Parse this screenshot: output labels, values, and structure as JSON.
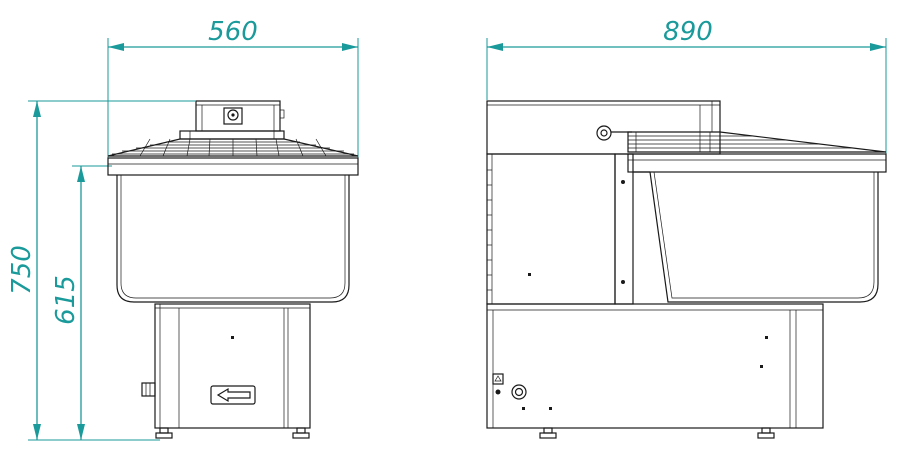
{
  "dimensions": {
    "front_width": "560",
    "side_width": "890",
    "total_height": "750",
    "bowl_height": "615"
  },
  "colors": {
    "dimension": "#1a9a9a",
    "outline": "#1a1a1a",
    "background": "#ffffff"
  }
}
